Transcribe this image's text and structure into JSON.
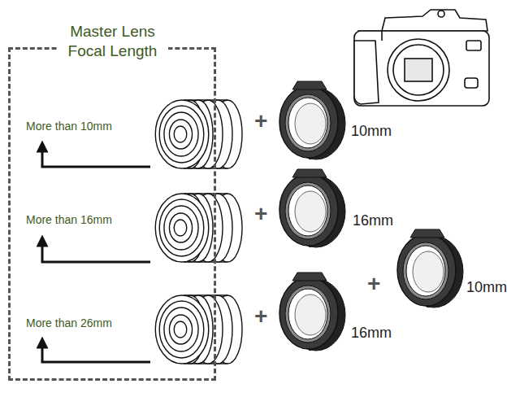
{
  "diagram": {
    "nodes": [
      {
        "text": [
          "Master Lens Focal Length"
        ]
      }
    ],
    "labels": [
      "More than 10mm",
      "+",
      "10mm",
      "More than 16mm",
      "+",
      "16mm",
      "More than 26mm",
      "+",
      "16mm",
      "+",
      "10mm"
    ]
  }
}
